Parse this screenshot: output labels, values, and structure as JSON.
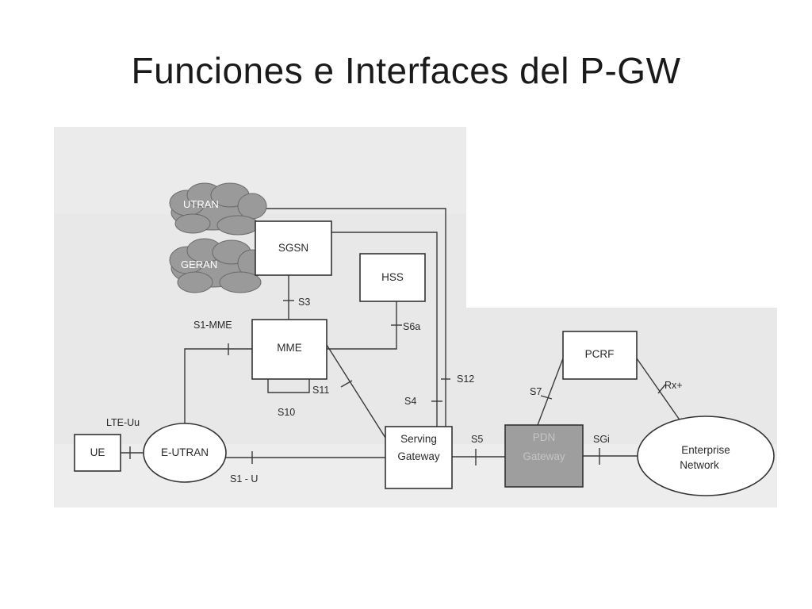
{
  "slide": {
    "title": "Funciones e Interfaces del P-GW"
  },
  "nodes": {
    "utran": "UTRAN",
    "geran": "GERAN",
    "sgsn": "SGSN",
    "hss": "HSS",
    "mme": "MME",
    "pcrf": "PCRF",
    "ue": "UE",
    "eutran": "E-UTRAN",
    "serving_gateway": [
      "Serving",
      "Gateway"
    ],
    "pdn_gateway": [
      "PDN",
      "Gateway"
    ],
    "enterprise_network": [
      "Enterprise",
      "Network"
    ]
  },
  "interfaces": {
    "s3": "S3",
    "s6a": "S6a",
    "s1_mme": "S1-MME",
    "s11": "S11",
    "s10": "S10",
    "s12": "S12",
    "s4": "S4",
    "s7": "S7",
    "rx_plus": "Rx+",
    "lte_uu": "LTE-Uu",
    "s5": "S5",
    "sgi": "SGi",
    "s1_u": "S1 - U"
  },
  "colors": {
    "scan_background": "#e8e8e8",
    "pdn_gateway_fill": "#9e9e9e",
    "cloud_fill": "#9a9a9a"
  }
}
